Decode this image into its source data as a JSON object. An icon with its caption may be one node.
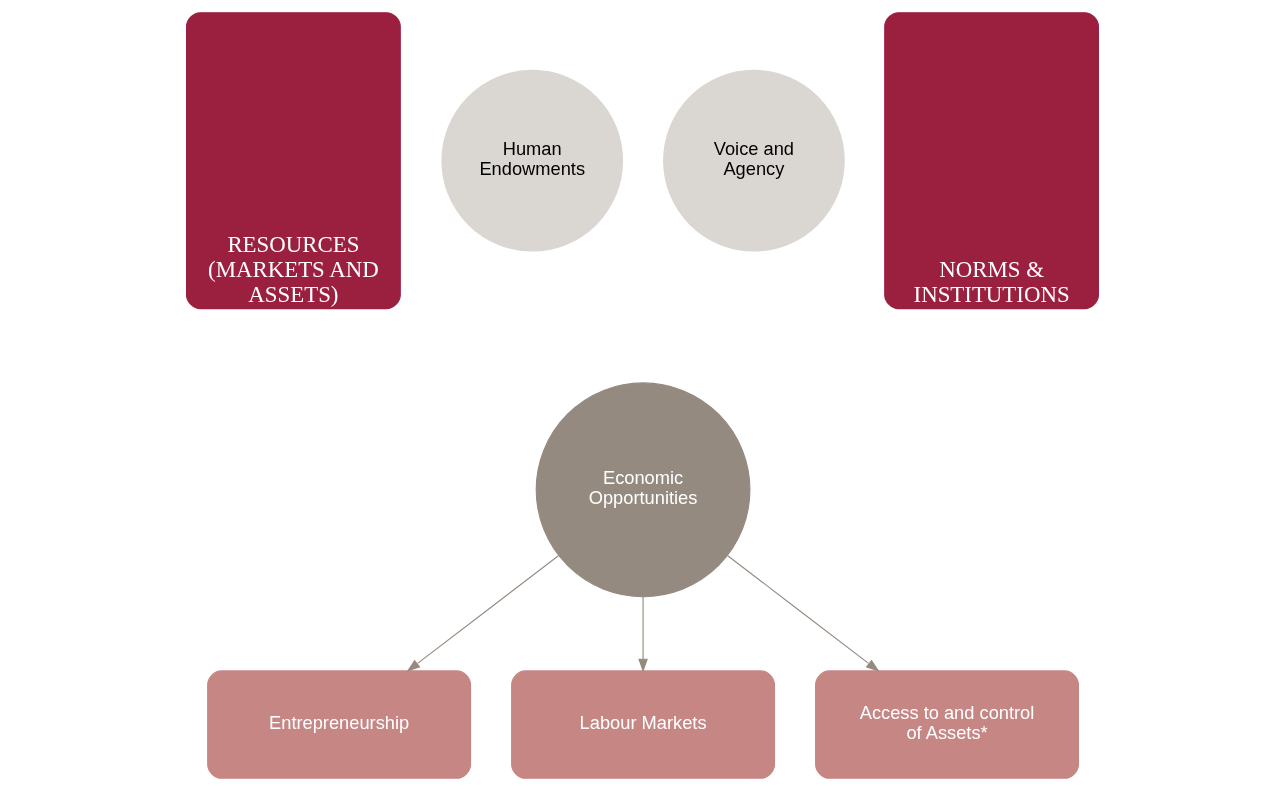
{
  "diagram": {
    "nodes": [
      {
        "text": [
          "RESOURCES (MARKETS AND ASSETS)"
        ]
      },
      {
        "text": [
          "Human Endowments"
        ]
      },
      {
        "text": [
          "Voice and Agency"
        ]
      },
      {
        "text": [
          "Economic Opportunities"
        ]
      },
      {
        "text": [
          "NORMS & INSTITUTIONS"
        ]
      },
      {
        "text": [
          "Entrepreneurship"
        ]
      },
      {
        "text": [
          "Labour Markets"
        ]
      },
      {
        "text": [
          "Access to and control of Assets*"
        ]
      }
    ],
    "edges": [
      {
        "from": 3,
        "to": 5,
        "arrow": "to"
      },
      {
        "from": 3,
        "to": 6,
        "arrow": "to"
      },
      {
        "from": 3,
        "to": 7,
        "arrow": "to"
      }
    ]
  }
}
